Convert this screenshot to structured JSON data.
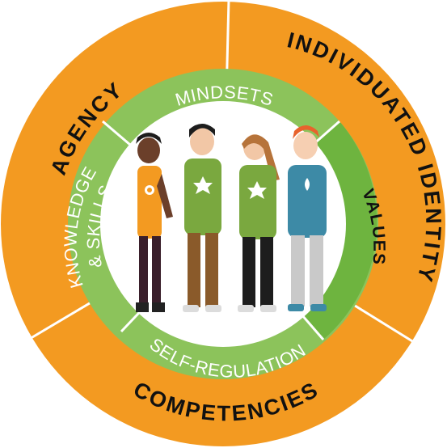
{
  "outer_ring": {
    "agency": "AGENCY",
    "individuated_identity": "INDIVIDUATED IDENTITY",
    "competencies": "COMPETENCIES"
  },
  "inner_ring": {
    "mindsets": "MINDSETS",
    "values": "VALUES",
    "self_regulation": "SELF-REGULATION",
    "knowledge_skills_line1": "KNOWLEDGE",
    "knowledge_skills_line2": "& SKILLS"
  },
  "colors": {
    "outer_ring": "#f39a21",
    "outer_divider": "#ffffff",
    "inner_ring_light": "#8cc35b",
    "inner_ring_values": "#6eb43f",
    "center": "#ffffff"
  },
  "illustration": {
    "description_icon_names": [
      "person-1",
      "person-2",
      "person-3",
      "person-4"
    ]
  }
}
